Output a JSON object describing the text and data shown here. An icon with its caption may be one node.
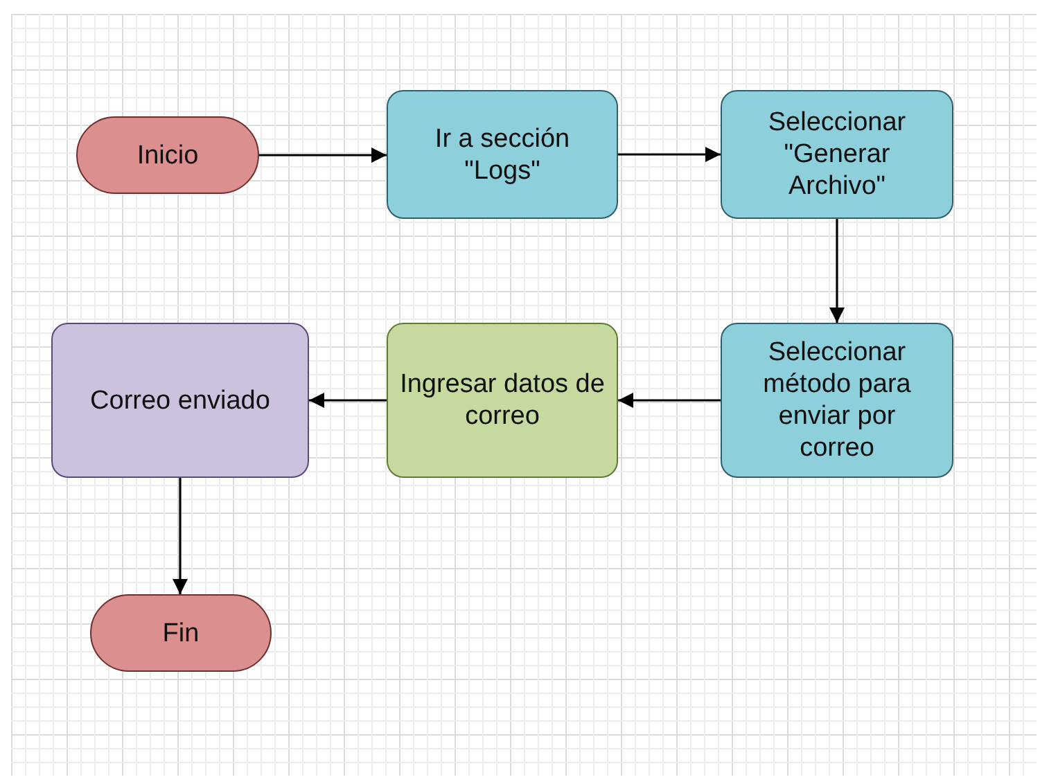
{
  "diagram": {
    "nodes": [
      {
        "text": [
          "Inicio"
        ]
      },
      {
        "text": [
          "Ir a sección \"Logs\""
        ]
      },
      {
        "text": [
          "Seleccionar \"Generar Archivo\""
        ]
      },
      {
        "text": [
          "Seleccionar método para enviar por correo"
        ]
      },
      {
        "text": [
          "Ingresar datos de correo"
        ]
      },
      {
        "text": [
          "Correo enviado"
        ]
      },
      {
        "text": [
          "Fin"
        ]
      }
    ],
    "edges": [
      {
        "from": 0,
        "to": 1,
        "arrow": "to"
      },
      {
        "from": 1,
        "to": 2,
        "arrow": "to"
      },
      {
        "from": 2,
        "to": 3,
        "arrow": "to"
      },
      {
        "from": 3,
        "to": 4,
        "arrow": "to"
      },
      {
        "from": 4,
        "to": 5,
        "arrow": "to"
      },
      {
        "from": 5,
        "to": 6,
        "arrow": "to"
      }
    ]
  }
}
